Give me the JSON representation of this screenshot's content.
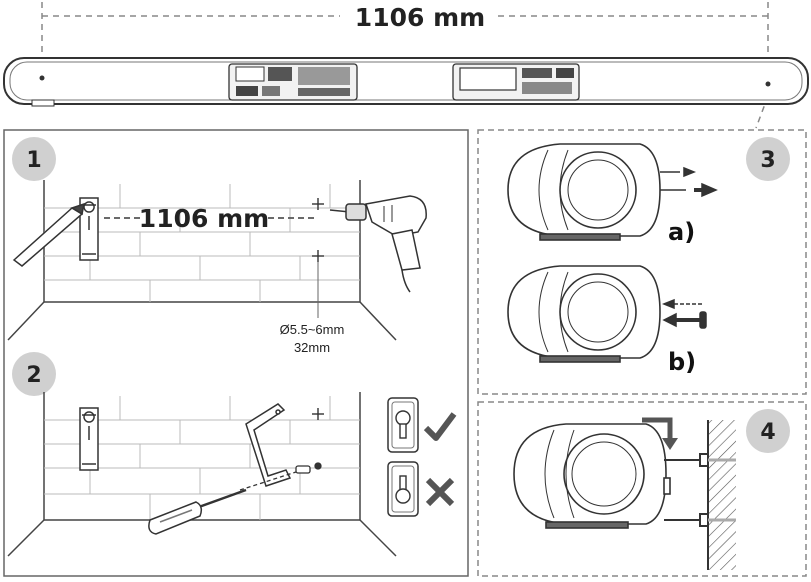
{
  "top_dimension": "1106 mm",
  "steps": [
    {
      "number": "1",
      "distance_label": "1106 mm",
      "drill_diameter": "Ø5.5~6mm",
      "drill_depth": "32mm"
    },
    {
      "number": "2",
      "check_icon": "checkmark-icon",
      "cross_icon": "cross-icon"
    },
    {
      "number": "3",
      "sub_a": "a)",
      "sub_b": "b)"
    },
    {
      "number": "4"
    }
  ]
}
